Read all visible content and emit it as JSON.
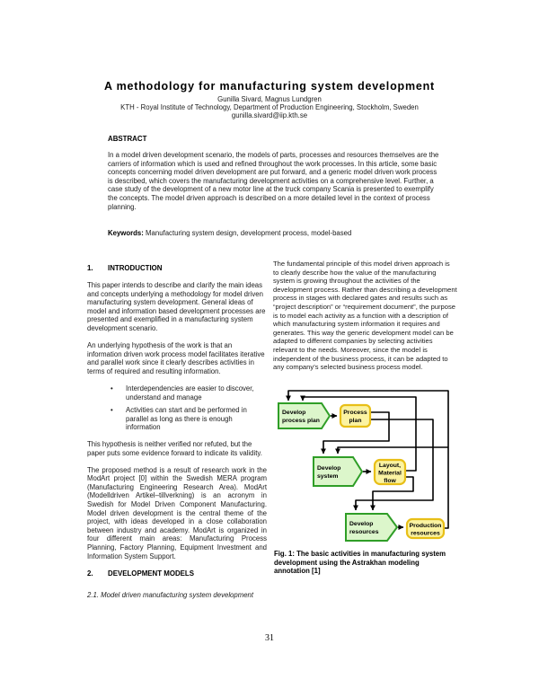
{
  "header": {
    "title": "A methodology for manufacturing system development",
    "authors": "Gunilla Sivard, Magnus Lundgren",
    "affiliation": "KTH - Royal Institute of Technology, Department of Production Engineering, Stockholm, Sweden",
    "email": "gunilla.sivard@iip.kth.se"
  },
  "abstract": {
    "heading": "ABSTRACT",
    "body": "In a model driven development scenario, the models of parts, processes and resources themselves are the carriers of information which is used and refined throughout the work processes. In this article, some basic concepts concerning model driven development are put forward, and a generic model driven work process is described, which covers the manufacturing development activities on a comprehensive level. Further, a case study of the development of a new motor line at the truck company Scania is presented to exemplify the concepts. The model driven approach is described on a more detailed level in the context of process planning.",
    "keywords_label": "Keywords:",
    "keywords_text": "Manufacturing system design, development process, model-based"
  },
  "sections": {
    "intro": {
      "number": "1.",
      "heading": "INTRODUCTION",
      "p1": "This paper intends to describe and clarify the main ideas and concepts underlying a methodology for model driven manufacturing system development. General ideas of model and information based development processes are presented and exemplified in a manufacturing system development scenario.",
      "p2": "An underlying hypothesis of the work is that an information driven work process model facilitates iterative and parallel work since it clearly describes activities in terms of required and resulting information.",
      "bullets": [
        "Interdependencies are easier to discover, understand and manage",
        "Activities can start and be performed in parallel as long as there is enough information"
      ],
      "p3": "This hypothesis is neither verified nor refuted, but the paper puts some evidence forward to indicate its validity.",
      "p4": "The proposed method is a result of research work in the ModArt project [0] within the Swedish MERA program (Manufacturing Engineering Research Area). ModArt (Modelldriven Artikel–tillverkning) is an acronym in Swedish for Model Driven Component Manufacturing. Model driven development is the central theme of the project, with ideas developed in a close collaboration between industry and academy. ModArt is organized in four different main areas: Manufacturing Process Planning, Factory Planning, Equipment Investment and Information System Support."
    },
    "dev_models": {
      "number": "2.",
      "heading": "DEVELOPMENT MODELS",
      "subheading": "2.1. Model driven manufacturing system development"
    },
    "right": {
      "p1": "The fundamental principle of this model driven approach is to clearly describe how the value of the manufacturing system is growing throughout the activities of the development process. Rather than describing a development process in stages with declared gates and results such as “project description” or “requirement document”, the purpose is to model each activity as a function with a description of which manufacturing system information it requires and generates. This way the generic development model can be adapted to different companies by selecting activities relevant to the needs. Moreover, since the model is independent of the business process, it can be adapted to any company’s selected business process model."
    }
  },
  "figure": {
    "activities": [
      [
        "Develop",
        "process plan"
      ],
      [
        "Develop",
        "system"
      ],
      [
        "Develop",
        "resources"
      ]
    ],
    "documents": [
      [
        "Process",
        "plan"
      ],
      [
        "Layout,",
        "Material",
        "flow"
      ],
      [
        "Production",
        "resources"
      ]
    ],
    "caption": "Fig. 1:  The basic activities in manufacturing system development using the Astrakhan modeling annotation [1]",
    "colors": {
      "activity_fill": "#dcf6cb",
      "activity_border": "#2f9e27",
      "document_fill": "#fbf3a2",
      "document_border": "#e8bf17",
      "connector": "#000000"
    }
  },
  "page_number": "31"
}
